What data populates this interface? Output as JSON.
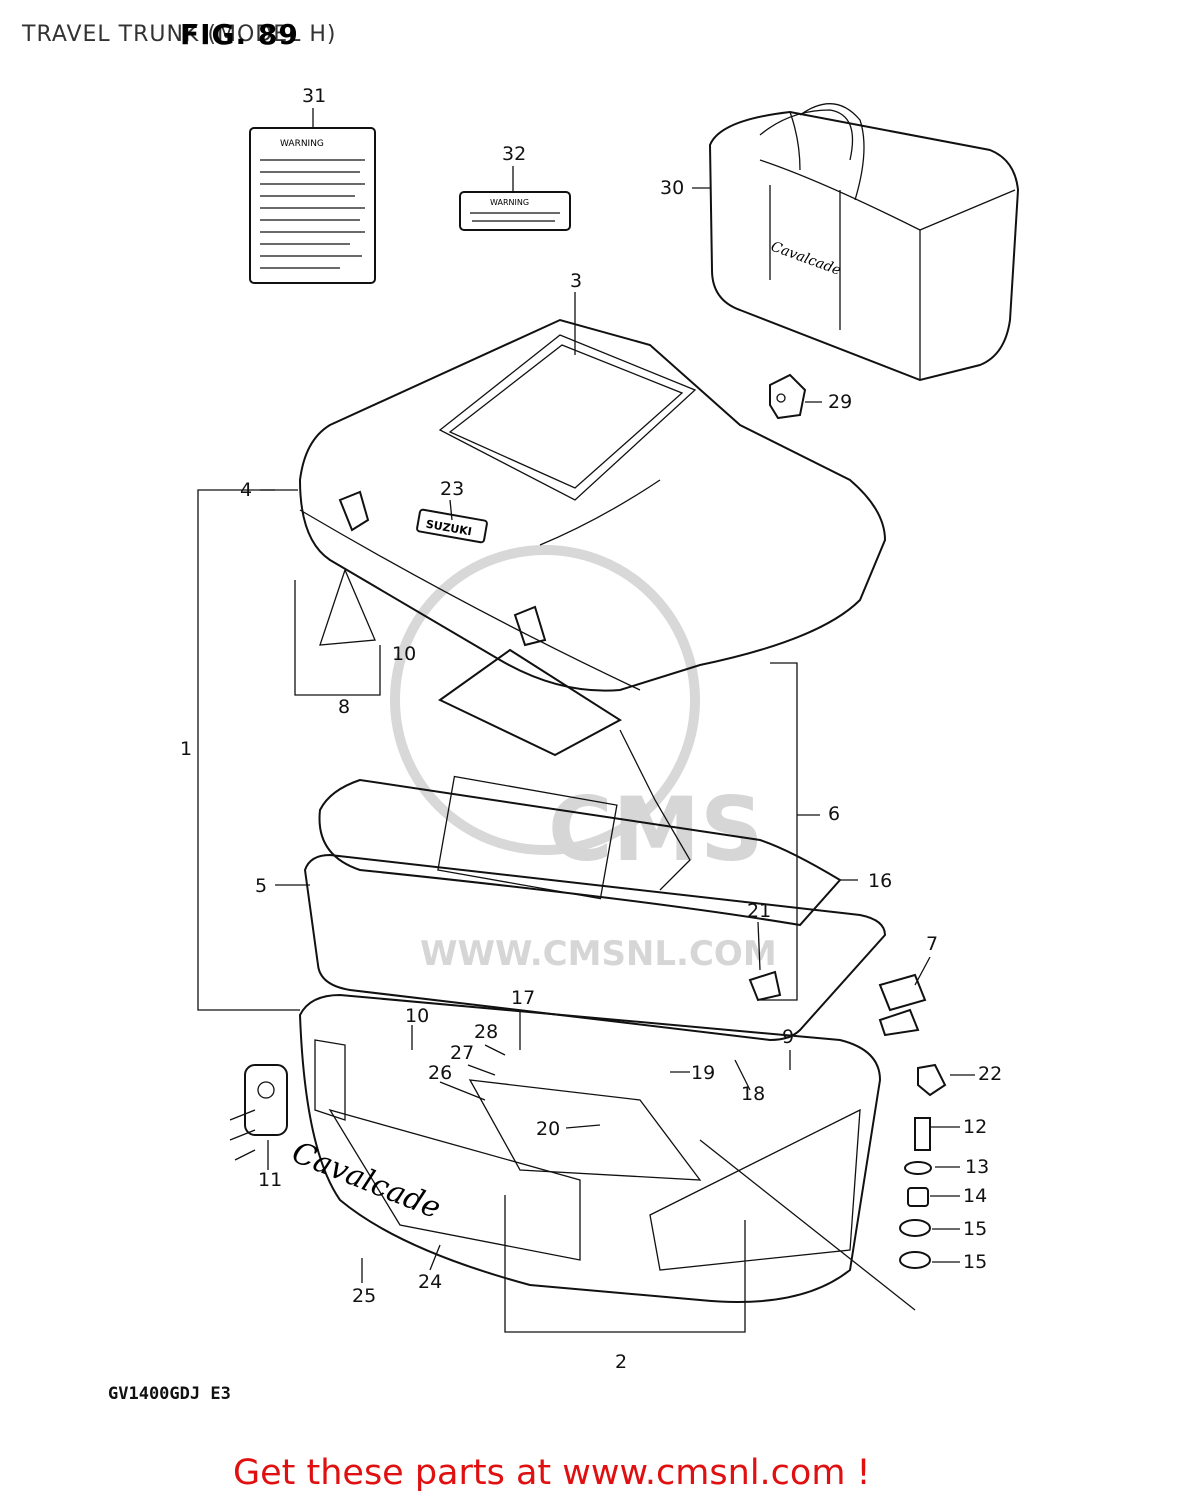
{
  "header": {
    "title": "TRAVEL TRUNK (MODEL H)",
    "fig_label": "FIG. 89"
  },
  "watermark": {
    "site": "WWW.CMSNL.COM",
    "logo": "CMS"
  },
  "labels": {
    "bag_warning": "WARNING",
    "trunk_badge": "SUZUKI",
    "bag_script": "Cavalcade",
    "trunk_script": "Cavalcade"
  },
  "callouts": [
    "1",
    "2",
    "3",
    "4",
    "5",
    "6",
    "7",
    "8",
    "9",
    "10",
    "10",
    "11",
    "12",
    "13",
    "14",
    "15",
    "15",
    "16",
    "17",
    "18",
    "19",
    "20",
    "21",
    "22",
    "23",
    "24",
    "25",
    "26",
    "27",
    "28",
    "29",
    "30",
    "31",
    "32"
  ],
  "model_code": "GV1400GDJ  E3",
  "cta": "Get these parts at www.cmsnl.com !",
  "colors": {
    "cta": "#e01010",
    "watermark": "#d6d6d6",
    "line": "#111111"
  }
}
